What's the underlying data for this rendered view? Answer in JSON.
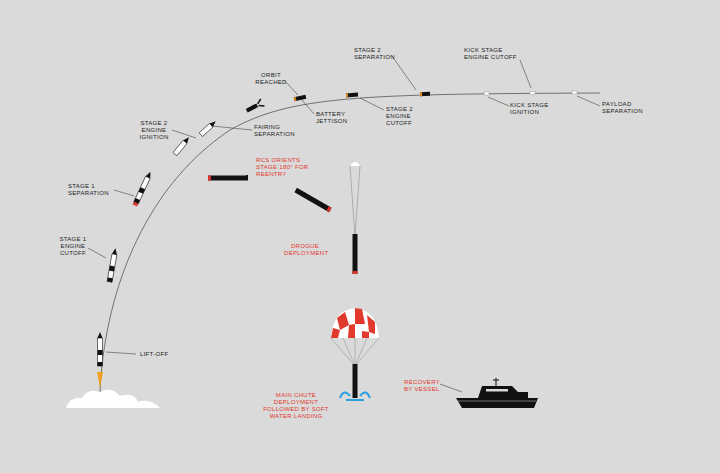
{
  "diagram": {
    "labels": [
      "LIFT-OFF",
      "STAGE 1 ENGINE CUTOFF",
      "STAGE 1 SEPARATION",
      "STAGE 2 ENGINE IGNITION",
      "FAIRING SEPARATION",
      "BATTERY JETTISON",
      "ORBIT REACHED",
      "STAGE 2 SEPARATION",
      "STAGE 2 ENGINE CUTOFF",
      "KICK STAGE ENGINE CUTOFF",
      "KICK STAGE IGNITION",
      "PAYLOAD SEPARATION",
      "RCS ORIENTS STAGE 180° FOR REENTRY",
      "DROGUE DEPLOYMENT",
      "MAIN CHUTE DEPLOYMENT FOLLOWED BY SOFT WATER LANDING",
      "RECOVERY BY VESSEL"
    ]
  }
}
